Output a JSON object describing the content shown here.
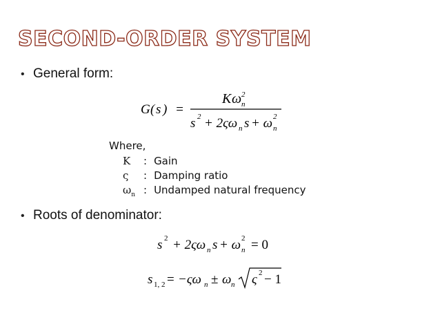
{
  "slide": {
    "title": "SECOND-ORDER SYSTEM",
    "bullet1": "General form:",
    "bullet2": "Roots of denominator:",
    "where_label": "Where,"
  },
  "equations": {
    "transfer_function": {
      "lhs_func": "G",
      "lhs_arg": "s",
      "numerator_gain": "K",
      "numerator_omega": "ω",
      "numerator_sub": "n",
      "numerator_sup": "2",
      "den_s": "s",
      "den_s_sup": "2",
      "den_term2": "+ 2ςω",
      "den_term2_sub": "n",
      "den_term2_s": "s",
      "den_term3": "+ ω",
      "den_term3_sub": "n",
      "den_term3_sup": "2"
    },
    "characteristic": {
      "s": "s",
      "s_sup": "2",
      "term2": "+ 2ςω",
      "term2_sub": "n",
      "term2_s": "s",
      "term3": "+ ω",
      "term3_sub": "n",
      "term3_sup": "2",
      "rhs": "= 0"
    },
    "roots": {
      "lhs": "s",
      "lhs_sub": "1, 2",
      "eq": "=",
      "term1": "−ςω",
      "term1_sub": "n",
      "pm": "±",
      "term2": "ω",
      "term2_sub": "n",
      "radicand": "ς",
      "radicand_sup": "2",
      "radicand_rest": "− 1"
    }
  },
  "definitions": [
    {
      "symbol": "K",
      "sub": "",
      "separator": ":",
      "meaning": "Gain"
    },
    {
      "symbol": "ς",
      "sub": "",
      "separator": ":",
      "meaning": "Damping ratio"
    },
    {
      "symbol": "ω",
      "sub": "n",
      "separator": ":",
      "meaning": "Undamped natural frequency"
    }
  ]
}
